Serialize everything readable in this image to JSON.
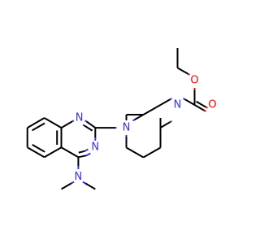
{
  "structure": {
    "labels": {
      "n_quinazoline_1": "N",
      "n_quinazoline_3": "N",
      "n_dimethylamino": "N",
      "n_piperazine_4": "N",
      "n_piperazine_1": "N",
      "o_carbonyl": "O",
      "o_ester": "O"
    }
  },
  "colors": {
    "bond": "#000000",
    "nitrogen": "#3333ff",
    "oxygen": "#ff0000"
  }
}
